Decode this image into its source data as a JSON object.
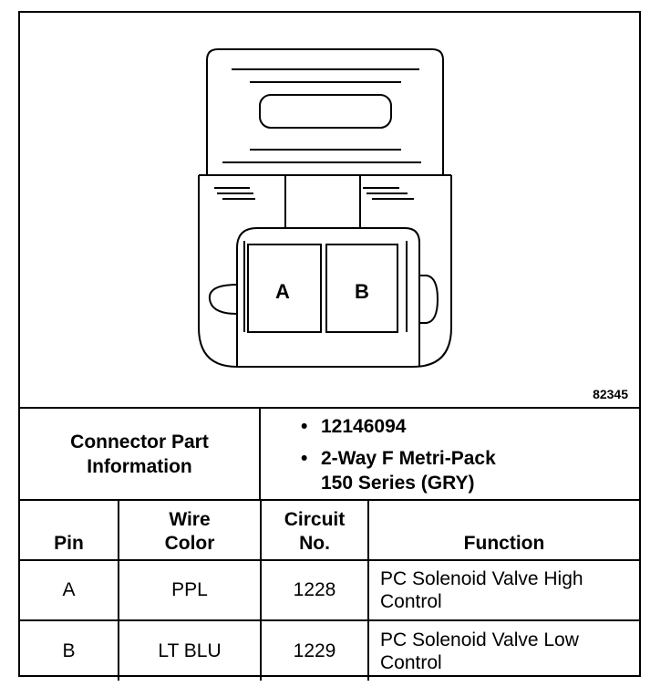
{
  "diagram": {
    "figure_id": "82345",
    "terminal_a_label": "A",
    "terminal_b_label": "B"
  },
  "connector_info": {
    "label": "Connector Part\nInformation",
    "bullets": [
      "12146094",
      "2-Way F Metri-Pack\n150 Series (GRY)"
    ]
  },
  "table": {
    "headers": {
      "pin": "Pin",
      "wire_color": "Wire\nColor",
      "circuit_no": "Circuit\nNo.",
      "function": "Function"
    },
    "rows": [
      {
        "pin": "A",
        "wire_color": "PPL",
        "circuit_no": "1228",
        "function": "PC Solenoid Valve High Control"
      },
      {
        "pin": "B",
        "wire_color": "LT BLU",
        "circuit_no": "1229",
        "function": "PC Solenoid Valve Low Control"
      }
    ]
  }
}
